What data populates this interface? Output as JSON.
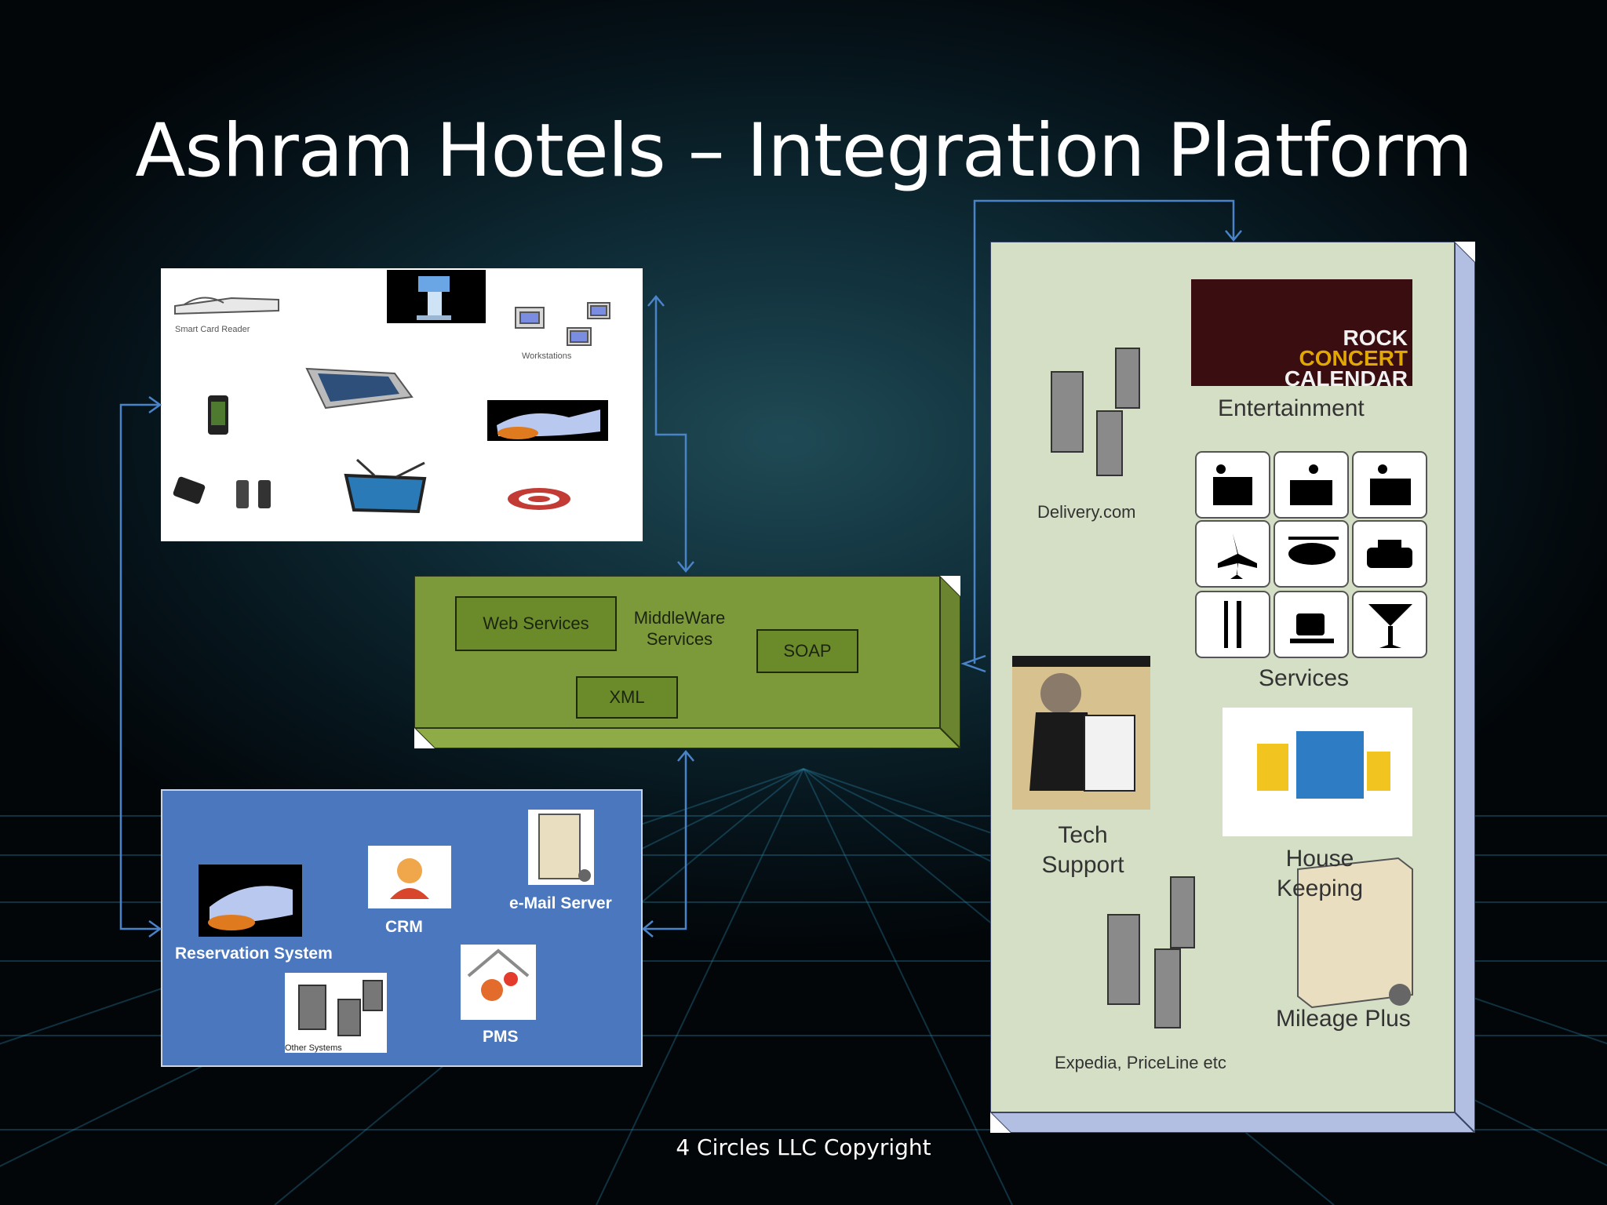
{
  "title": "Ashram Hotels – Integration Platform",
  "copyright": "4 Circles LLC Copyright",
  "devices_panel": {
    "smart_card_label": "Smart Card Reader",
    "workstations_label": "Workstations"
  },
  "middleware": {
    "title_line1": "MiddleWare",
    "title_line2": "Services",
    "boxes": [
      "Web Services",
      "SOAP",
      "XML"
    ]
  },
  "backend_panel": {
    "reservation": "Reservation System",
    "crm": "CRM",
    "email": "e-Mail Server",
    "other": "Other Systems",
    "pms": "PMS"
  },
  "services_panel": {
    "delivery": "Delivery.com",
    "rock_line1": "ROCK",
    "rock_line2": "CONCERT",
    "rock_line3": "CALENDAR",
    "entertainment": "Entertainment",
    "services": "Services",
    "tech_line1": "Tech",
    "tech_line2": "Support",
    "house_line1": "House",
    "house_line2": "Keeping",
    "expedia": "Expedia, PriceLine etc",
    "mileage": "Mileage Plus"
  },
  "colors": {
    "middleware_green": "#7d9a3a",
    "backend_blue": "#4a77bd",
    "services_bg": "#d5dfc6",
    "connector": "#4a83c8"
  }
}
